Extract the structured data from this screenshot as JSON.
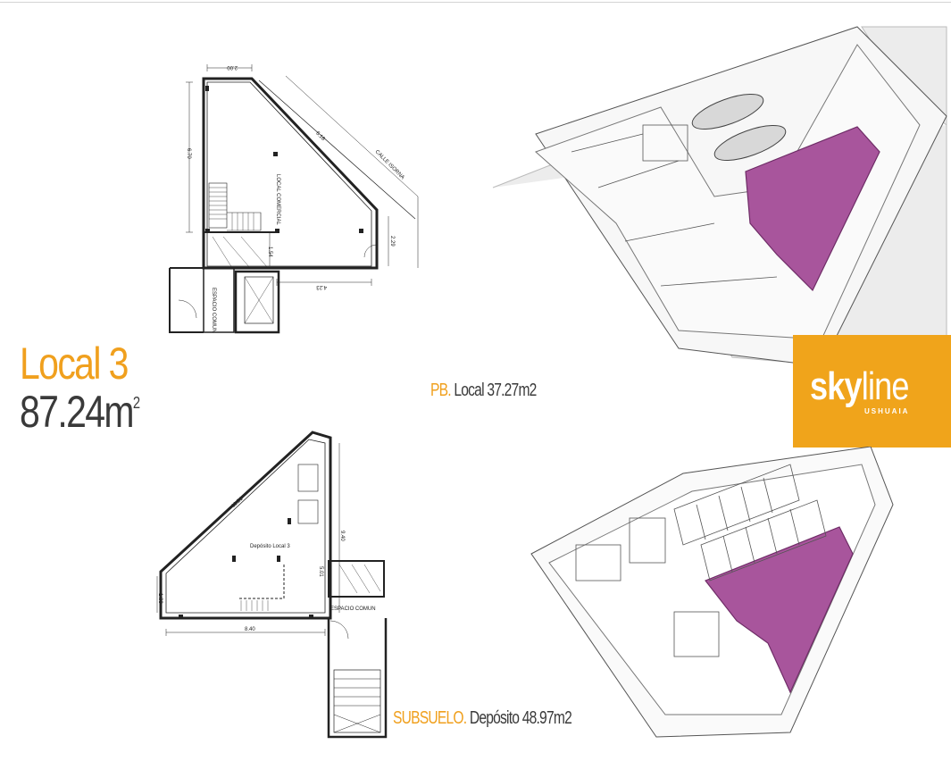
{
  "title": {
    "name": "Local 3",
    "area": "87.24m",
    "area_unit_sup": "2"
  },
  "ground_floor": {
    "level": "PB.",
    "label": " Local 37.27m2",
    "plan_labels": {
      "dim_top": "2.00",
      "dim_left": "6.70",
      "dim_diag": "6.18",
      "street": "CALLE ISORNA",
      "room": "LOCAL COMERCIAL",
      "dim_right": "2.29",
      "dim_small": "1.54",
      "dim_bottom": "4.23",
      "common": "ESPACIO COMUN"
    }
  },
  "basement": {
    "level": "SUBSUELO.",
    "label": " Depósito 48.97m2",
    "plan_labels": {
      "dim_diag": "11.21",
      "dim_right": "9.40",
      "room": "Depósito Local 3",
      "dim_mid": "5.01",
      "dim_left": "1.88",
      "dim_bottom": "8.40",
      "common": "ESPACIO COMUN"
    }
  },
  "logo": {
    "sky": "sky",
    "line": "line",
    "sub": "USHUAIA",
    "bg_color": "#f0a41b"
  },
  "colors": {
    "accent": "#f0a01e",
    "highlight": "#a8559c",
    "text": "#3a3a3a"
  }
}
